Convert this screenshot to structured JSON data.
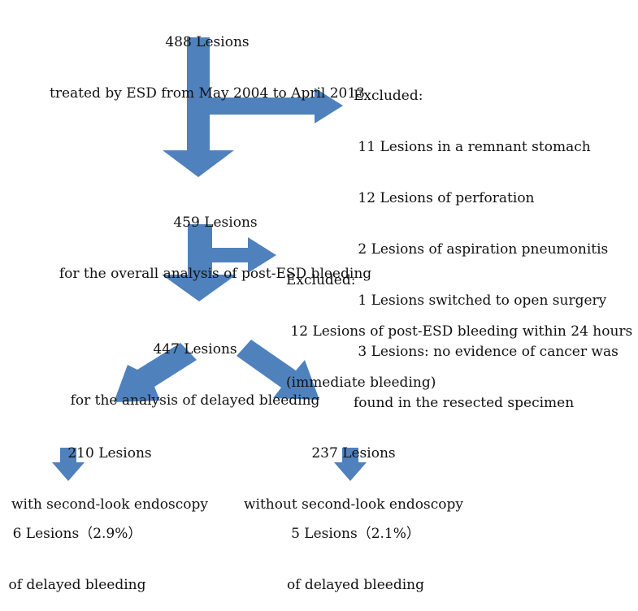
{
  "colors": {
    "arrow": "#4F81BD",
    "text": "#111111",
    "background": "#ffffff"
  },
  "nodes": {
    "start": {
      "line1": "488 Lesions",
      "line2": "treated by ESD from May 2004 to April 2013"
    },
    "excluded1": {
      "title": "Excluded:",
      "items": [
        " 11 Lesions in a remnant stomach",
        " 12 Lesions of perforation",
        " 2 Lesions of aspiration pneumonitis",
        " 1 Lesions switched to open surgery",
        " 3 Lesions: no evidence of cancer was"
      ],
      "continuation": "found in the resected specimen"
    },
    "overall": {
      "line1": "459 Lesions",
      "line2": "for the overall analysis of post-ESD bleeding"
    },
    "excluded2": {
      "title": "Excluded:",
      "line1": " 12 Lesions of post-ESD bleeding within 24 hours",
      "line2": "(immediate bleeding)"
    },
    "delayed": {
      "line1": "447 Lesions",
      "line2": "for the analysis of delayed bleeding"
    },
    "with_slo": {
      "line1": "210 Lesions",
      "line2": "with second-look endoscopy"
    },
    "without_slo": {
      "line1": "237 Lesions",
      "line2": "without second-look endoscopy"
    },
    "with_result": {
      "line1": "6 Lesions（2.9%）",
      "line2": "of delayed bleeding"
    },
    "without_result": {
      "line1": "5 Lesions（2.1%）",
      "line2": "of delayed bleeding"
    }
  }
}
